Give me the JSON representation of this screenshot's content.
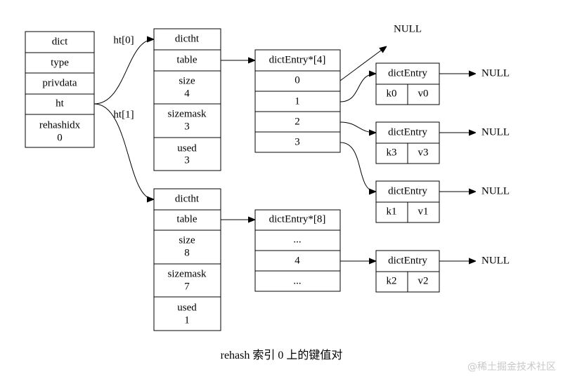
{
  "dict": {
    "fields": [
      "dict",
      "type",
      "privdata",
      "ht",
      [
        "rehashidx",
        "0"
      ]
    ]
  },
  "dictht_0": {
    "fields": [
      "dictht",
      "table",
      [
        "size",
        "4"
      ],
      [
        "sizemask",
        "3"
      ],
      [
        "used",
        "3"
      ]
    ]
  },
  "dictht_1": {
    "fields": [
      "dictht",
      "table",
      [
        "size",
        "8"
      ],
      [
        "sizemask",
        "7"
      ],
      [
        "used",
        "1"
      ]
    ]
  },
  "table_0": {
    "fields": [
      "dictEntry*[4]",
      "0",
      "1",
      "2",
      "3"
    ]
  },
  "table_1": {
    "fields": [
      "dictEntry*[8]",
      "...",
      "4",
      "..."
    ]
  },
  "entries": [
    {
      "title": "dictEntry",
      "key": "k0",
      "value": "v0",
      "next": "NULL"
    },
    {
      "title": "dictEntry",
      "key": "k3",
      "value": "v3",
      "next": "NULL"
    },
    {
      "title": "dictEntry",
      "key": "k1",
      "value": "v1",
      "next": "NULL"
    },
    {
      "title": "dictEntry",
      "key": "k2",
      "value": "v2",
      "next": "NULL"
    }
  ],
  "null_top": "NULL",
  "edge_labels": {
    "ht0": "ht[0]",
    "ht1": "ht[1]"
  },
  "caption": "rehash 索引 0 上的键值对",
  "watermark": "@稀土掘金技术社区"
}
